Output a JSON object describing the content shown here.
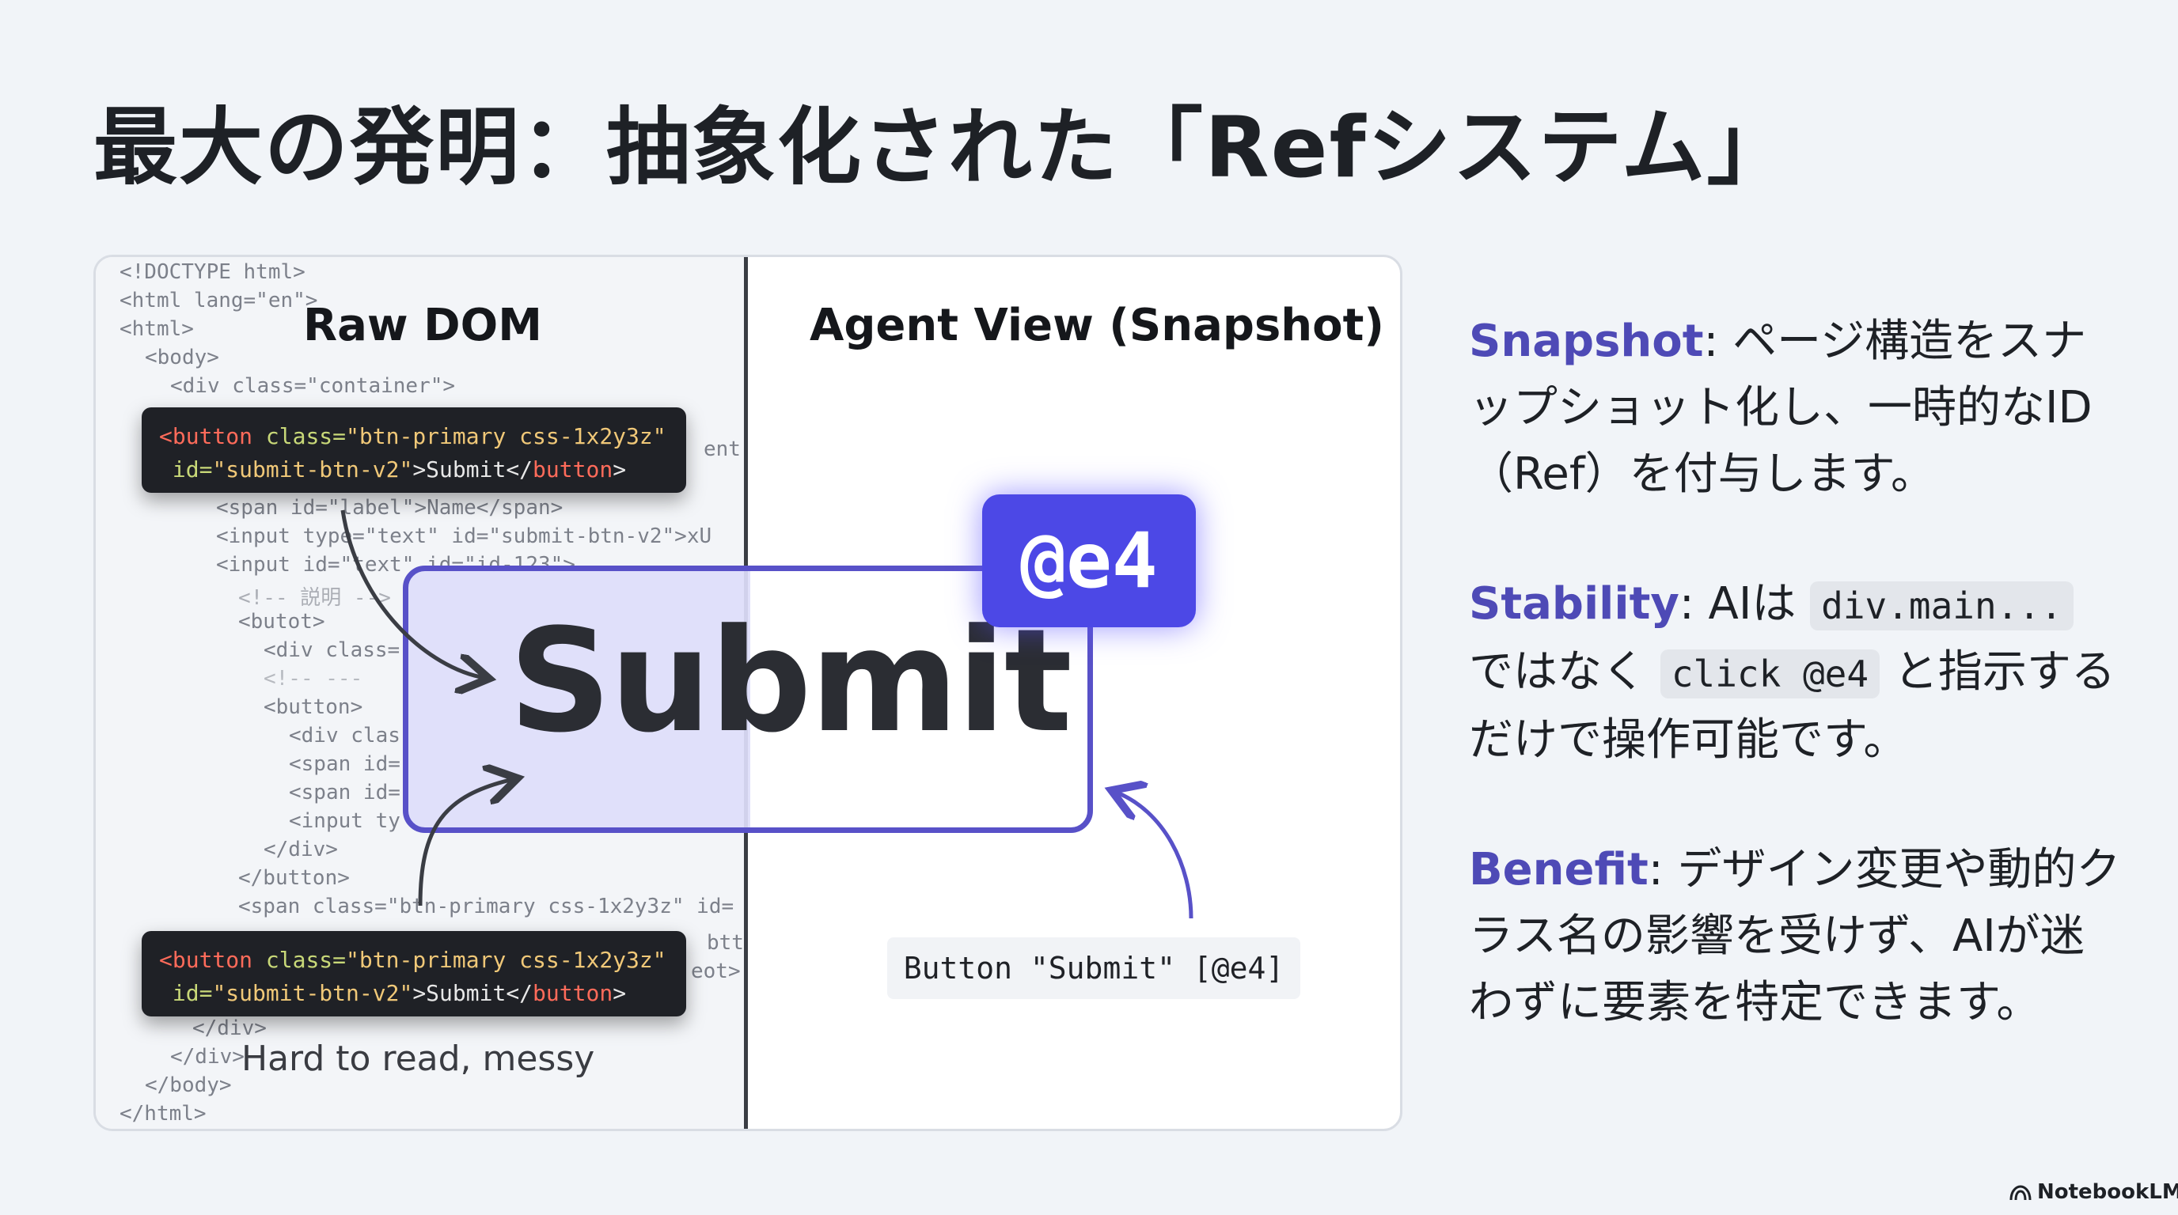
{
  "slide": {
    "title": "最大の発明：抽象化された「Refシステム」"
  },
  "panel": {
    "left_header": "Raw DOM",
    "right_header": "Agent View (Snapshot)",
    "left_caption": "Hard to read, messy",
    "code_lines": [
      "<!DOCTYPE html>",
      "<html lang=\"en\">",
      "<html>",
      "<body>",
      "<div class=\"container\">",
      "<span id=\"label\">Name</span>",
      "<input type=\"text\"  id=\"submit-btn-v2\">xU",
      "<input id=\"text\" id=\"id-123\">",
      "<!-- 説明 -->",
      "<butot>",
      "<div class=",
      "<!-- ---",
      "<button>",
      "<div clas",
      "<span id=",
      "<span id=",
      "<input ty",
      "</div>",
      "</button>",
      "<span class=\"btn-primary css-1x2y3z\" id=",
      "</div>",
      "</div>",
      "</body>",
      "</html>"
    ],
    "side_fragments": [
      "ent",
      "btt",
      "eot>"
    ],
    "code_box": {
      "open_tag": "<button",
      "class_attr": "class=",
      "class_value": "\"btn-primary css-1x2y3z\"",
      "id_attr": "id=",
      "id_value": "\"submit-btn-v2\"",
      "inner_text": ">Submit</",
      "close_tag": "button",
      "end": ">"
    },
    "submit_label": "Submit",
    "ref_badge": "@e4",
    "snapshot_line": "Button \"Submit\" [@e4]"
  },
  "points": [
    {
      "keyword": "Snapshot",
      "text_before": ": ページ構造をスナップショット化し、一時的なID（Ref）を付与します。",
      "code": "",
      "text_middle": "",
      "code2": "",
      "text_after": ""
    },
    {
      "keyword": "Stability",
      "text_before": ": AIは ",
      "code": "div.main...",
      "text_middle": " ではなく ",
      "code2": "click @e4",
      "text_after": " と指示するだけで操作可能です。"
    },
    {
      "keyword": "Benefit",
      "text_before": ": デザイン変更や動的クラス名の影響を受けず、AIが迷わずに要素を特定できます。",
      "code": "",
      "text_middle": "",
      "code2": "",
      "text_after": ""
    }
  ],
  "footer": {
    "brand": "NotebookLM"
  },
  "colors": {
    "accent": "#4e4ab6",
    "badge": "#4c48e6",
    "card_border": "#5851c8"
  }
}
